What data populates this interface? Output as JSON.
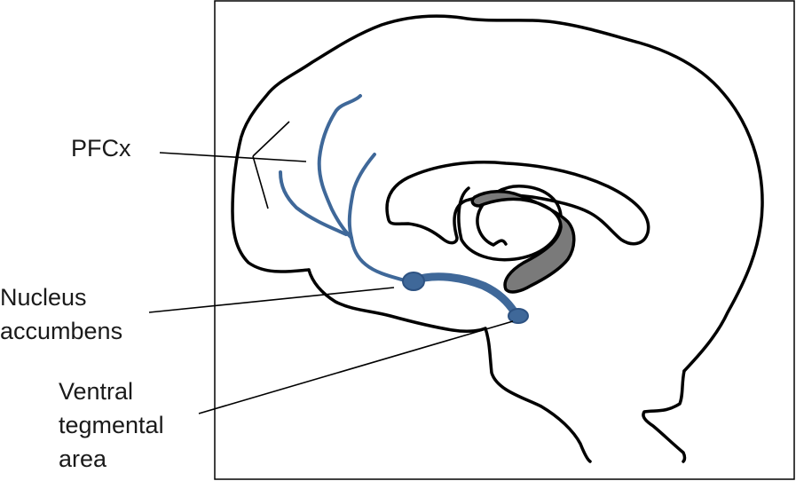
{
  "labels": {
    "pfcx": "PFCx",
    "nucleus_accumbens": [
      "Nucleus",
      "accumbens"
    ],
    "ventral_tegmental_area": [
      "Ventral",
      "tegmental",
      "area"
    ]
  },
  "colors": {
    "pathway": "#3f6899",
    "outline": "#000000",
    "shaded_region": "#7a7a7a"
  }
}
